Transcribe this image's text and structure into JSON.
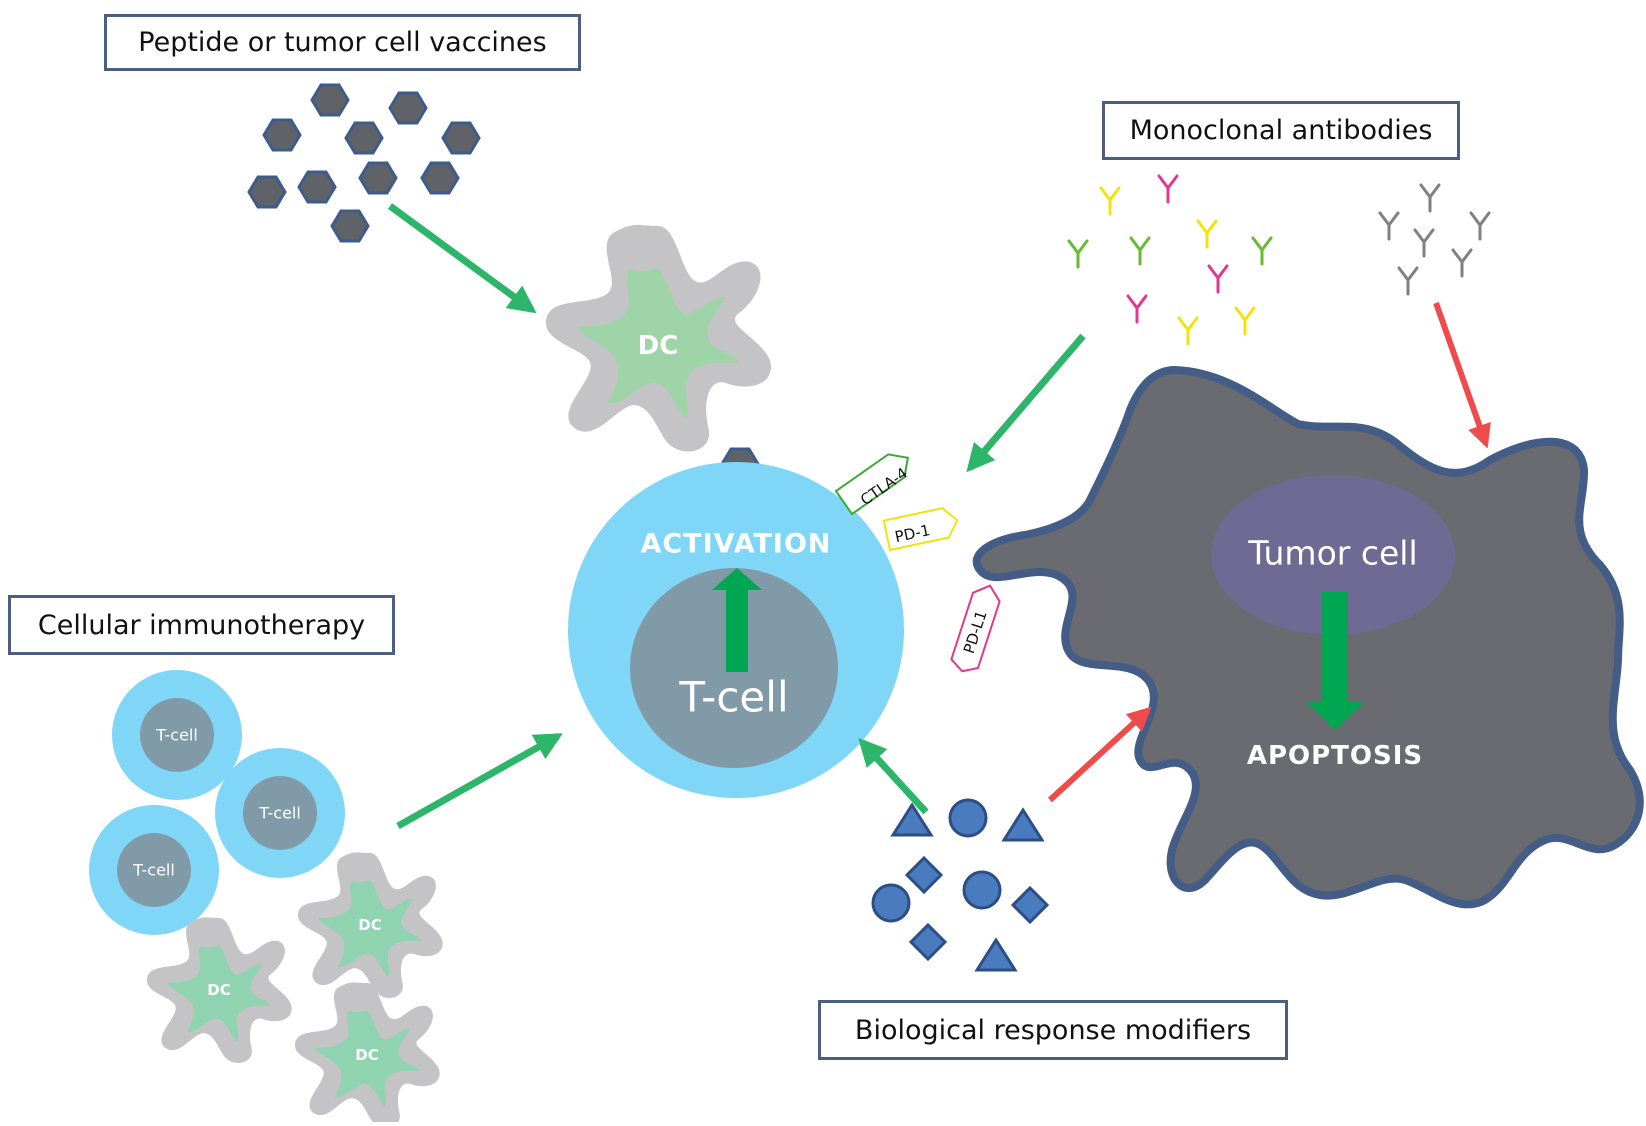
{
  "boxes": {
    "vaccines": "Peptide or tumor cell vaccines",
    "antibodies": "Monoclonal antibodies",
    "cellular": "Cellular immunotherapy",
    "brm": "Biological response modifiers"
  },
  "cells": {
    "dc_main": "DC",
    "tcell_main": "T-cell",
    "activation": "ACTIVATION",
    "tumor": "Tumor cell",
    "apoptosis": "APOPTOSIS",
    "small_tcell": "T-cell",
    "small_dc": "DC"
  },
  "receptors": {
    "ctla4": "CTLA-4",
    "pd1": "PD-1",
    "pdl1": "PD-L1"
  },
  "colors": {
    "green_arrow": "#2db56a",
    "red_arrow": "#f04b4b",
    "dark_green": "#00a651",
    "tcell_outer": "#7fd6f7",
    "tcell_inner": "#809aa8",
    "tumor_body": "#6a6b70",
    "tumor_nucleus": "#6e6a93",
    "dc_outer": "#c4c4c6",
    "dc_inner": "#9ed4a7",
    "hexagon": "#5f6266",
    "blue_shape": "#4a7bbf",
    "border": "#4d5f80"
  }
}
